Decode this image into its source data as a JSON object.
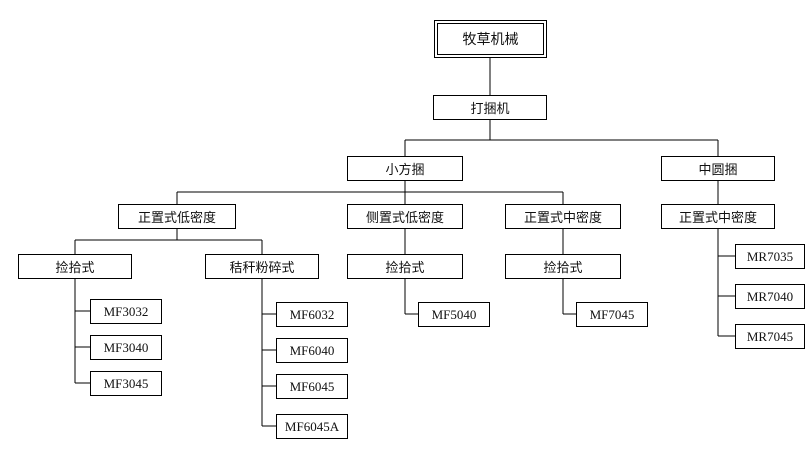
{
  "tree": {
    "root": "牧草机械",
    "level1": "打捆机",
    "level2": {
      "small_square": "小方捆",
      "round_medium": "中圆捆"
    },
    "level3": {
      "front_low": "正置式低密度",
      "side_low": "侧置式低密度",
      "front_mid": "正置式中密度",
      "round_front_mid": "正置式中密度"
    },
    "level4": {
      "pickup_a": "捡拾式",
      "straw_crush": "秸秆粉碎式",
      "pickup_b": "捡拾式",
      "pickup_c": "捡拾式"
    },
    "models": {
      "mf3032": "MF3032",
      "mf3040": "MF3040",
      "mf3045": "MF3045",
      "mf6032": "MF6032",
      "mf6040": "MF6040",
      "mf6045": "MF6045",
      "mf6045a": "MF6045A",
      "mf5040": "MF5040",
      "mf7045": "MF7045",
      "mr7035": "MR7035",
      "mr7040": "MR7040",
      "mr7045": "MR7045"
    }
  }
}
